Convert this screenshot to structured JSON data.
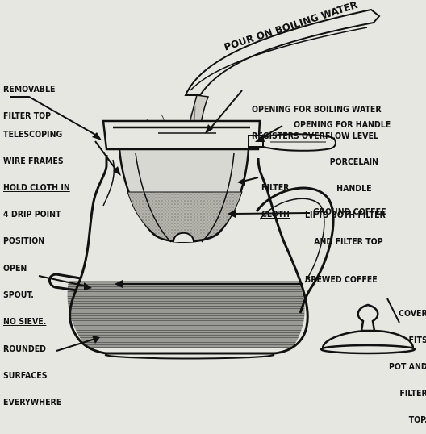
{
  "labels": {
    "pour": "POUR ON BOILING WATER",
    "removable_1": "REMOVABLE",
    "removable_2": "FILTER TOP",
    "telescoping_1": "TELESCOPING",
    "telescoping_2": "WIRE FRAMES",
    "telescoping_3": "HOLD CLOTH IN",
    "telescoping_4": "4 DRIP POINT",
    "telescoping_5": "POSITION",
    "opening_water_1": "OPENING FOR BOILING WATER",
    "opening_water_2": "REGISTERS OVERFLOW LEVEL",
    "opening_handle": "OPENING FOR HANDLE",
    "porcelain_1": "PORCELAIN",
    "porcelain_2": "HANDLE",
    "porcelain_3": "LIFTS BOTH FILTER",
    "porcelain_4": "AND FILTER TOP",
    "filter_cloth_1": "FILTER",
    "filter_cloth_2": "CLOTH",
    "ground_coffee": "GROUND COFFEE",
    "open_spout_1": "OPEN",
    "open_spout_2": "SPOUT.",
    "open_spout_3": "NO SIEVE.",
    "brewed_coffee": "BREWED COFFEE",
    "cover_1": "COVER",
    "cover_2": "FITS",
    "cover_3": "POT AND",
    "cover_4": "FILTER",
    "cover_5": "TOP.",
    "rounded_1": "ROUNDED",
    "rounded_2": "SURFACES",
    "rounded_3": "EVERYWHERE"
  },
  "colors": {
    "background": "#e7e7e1",
    "ink": "#111111",
    "coffee": "#8d8d86",
    "grounds": "#a9a9a2"
  }
}
